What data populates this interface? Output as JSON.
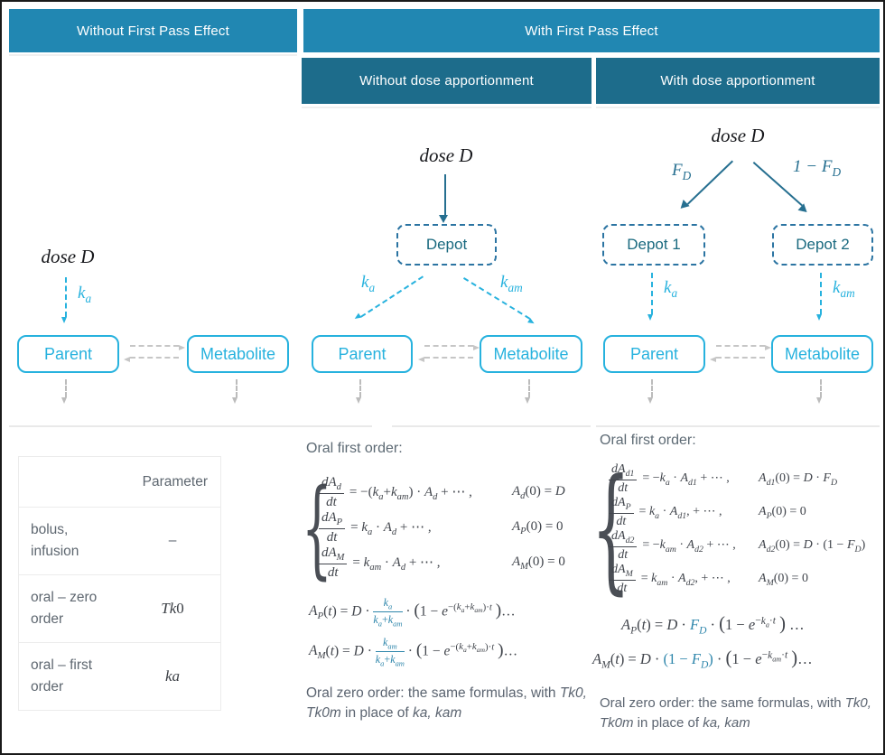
{
  "colors": {
    "header_top_bg": "#2187b2",
    "header_sub_bg": "#1d6c8b",
    "compartment_cyan": "#27b2de",
    "depot_blue": "#2b74a2",
    "dark_teal": "#266f90",
    "math_teal": "#2e86ab",
    "gray_arrow": "#c6c6c6"
  },
  "headers": {
    "top_left": "Without First Pass Effect",
    "top_right": "With First Pass Effect",
    "sub_without": "Without dose apportionment",
    "sub_with": "With dose apportionment"
  },
  "diagram_no_fpe": {
    "dose": "dose D",
    "ka_html": "k<sub>a</sub>",
    "parent": "Parent",
    "metabolite": "Metabolite"
  },
  "diagram_no_apport": {
    "dose": "dose D",
    "depot": "Depot",
    "ka_html": "k<sub>a</sub>",
    "kam_html": "k<sub>am</sub>",
    "parent": "Parent",
    "metabolite": "Metabolite"
  },
  "diagram_apport": {
    "dose": "dose D",
    "fd_html": "F<sub>D</sub>",
    "one_minus_fd_html": "1 − F<sub>D</sub>",
    "depot1": "Depot 1",
    "depot2": "Depot 2",
    "ka_html": "k<sub>a</sub>",
    "kam_html": "k<sub>am</sub>",
    "parent": "Parent",
    "metabolite": "Metabolite"
  },
  "table": {
    "header_param": "Parameter",
    "rows": [
      {
        "label_html": "bolus,<br>infusion",
        "value_html": "–"
      },
      {
        "label_html": "oral – zero<br>order",
        "value_html": "<i>Tk</i>0"
      },
      {
        "label_html": "oral – first<br>order",
        "value_html": "<i>ka</i>"
      }
    ]
  },
  "mid": {
    "heading": "Oral first order:",
    "odes": [
      {
        "num_html": "<i>dA<sub>d</sub></i>",
        "den_html": "<i>dt</i>",
        "rhs_html": "= −(<i>k<sub>a</sub></i>+<i>k<sub>am</sub></i>) · <i>A<sub>d</sub></i> + ⋯ ,",
        "cond_html": "<i>A<sub>d</sub></i>(0) = <i>D</i>"
      },
      {
        "num_html": "<i>dA<sub>P</sub></i>",
        "den_html": "<i>dt</i>",
        "rhs_html": "= <i>k<sub>a</sub></i> · <i>A<sub>d</sub></i> + ⋯ ,",
        "cond_html": "<i>A<sub>P</sub></i>(0) = 0"
      },
      {
        "num_html": "<i>dA<sub>M</sub></i>",
        "den_html": "<i>dt</i>",
        "rhs_html": "= <i>k<sub>am</sub></i> · <i>A<sub>d</sub></i> + ⋯ ,",
        "cond_html": "<i>A<sub>M</sub></i>(0) = 0"
      }
    ],
    "ap_html": "<i>A<sub>P</sub></i>(<i>t</i>) = <i>D</i> · <span class='fr sm teal'><span class='nu'><i>k<sub>a</sub></i></span><span class='de'><i>k<sub>a</sub></i>+<i>k<sub>am</sub></i></span></span> · <span class='lp'>(</span>1 − <i>e</i><sup>−(<i>k<sub>a</sub></i>+<i>k<sub>am</sub></i>)·<i>t</i></sup> <span class='lp'>)</span>…",
    "am_html": "<i>A<sub>M</sub></i>(<i>t</i>) = <i>D</i> · <span class='fr sm teal'><span class='nu'><i>k<sub>am</sub></i></span><span class='de'><i>k<sub>a</sub></i>+<i>k<sub>am</sub></i></span></span> · <span class='lp'>(</span>1 − <i>e</i><sup>−(<i>k<sub>a</sub></i>+<i>k<sub>am</sub></i>)·<i>t</i></sup> <span class='lp'>)</span>…",
    "note_html": "Oral zero order: the same formulas, with <i>Tk0, Tk0m</i> in place of <i>ka, kam</i>"
  },
  "right": {
    "heading": "Oral first order:",
    "odes": [
      {
        "num_html": "<i>dA<sub>d1</sub></i>",
        "den_html": "<i>dt</i>",
        "rhs_html": "= −<i>k<sub>a</sub></i> · <i>A<sub>d1</sub></i> + ⋯ ,",
        "cond_html": "<i>A<sub>d1</sub></i>(0) = <i>D</i> · <i>F<sub>D</sub></i>"
      },
      {
        "num_html": "<i>dA<sub>P</sub></i>",
        "den_html": "<i>dt</i>",
        "rhs_html": "= <i>k<sub>a</sub></i> · <i>A<sub>d1</sub></i>, + ⋯ ,",
        "cond_html": "<i>A<sub>P</sub></i>(0) = 0"
      },
      {
        "num_html": "<i>dA<sub>d2</sub></i>",
        "den_html": "<i>dt</i>",
        "rhs_html": "= −<i>k<sub>am</sub></i> · <i>A<sub>d2</sub></i> + ⋯ ,",
        "cond_html": "<i>A<sub>d2</sub></i>(0) = <i>D</i> · (1 − <i>F<sub>D</sub></i>)"
      },
      {
        "num_html": "<i>dA<sub>M</sub></i>",
        "den_html": "<i>dt</i>",
        "rhs_html": "= <i>k<sub>am</sub></i> · <i>A<sub>d2</sub></i>, + ⋯ ,",
        "cond_html": "<i>A<sub>M</sub></i>(0) = 0"
      }
    ],
    "ap_html": "<i>A<sub>P</sub></i>(<i>t</i>) = <i>D</i> · <span class='teal'><i>F<sub>D</sub></i></span> · <span class='lp'>(</span>1 − <i>e</i><sup>−<i>k<sub>a</sub></i>·<i>t</i></sup> <span class='lp'>)</span> …",
    "am_html": "<i>A<sub>M</sub></i>(<i>t</i>) = <i>D</i> · <span class='teal'>(1 − <i>F<sub>D</sub></i>)</span> · <span class='lp'>(</span>1 − <i>e</i><sup>−<i>k<sub>am</sub></i>·<i>t</i></sup> <span class='lp'>)</span>…",
    "note_html": "Oral zero order: the same formulas, with <i>Tk0, Tk0m</i> in place of <i>ka, kam</i>"
  }
}
